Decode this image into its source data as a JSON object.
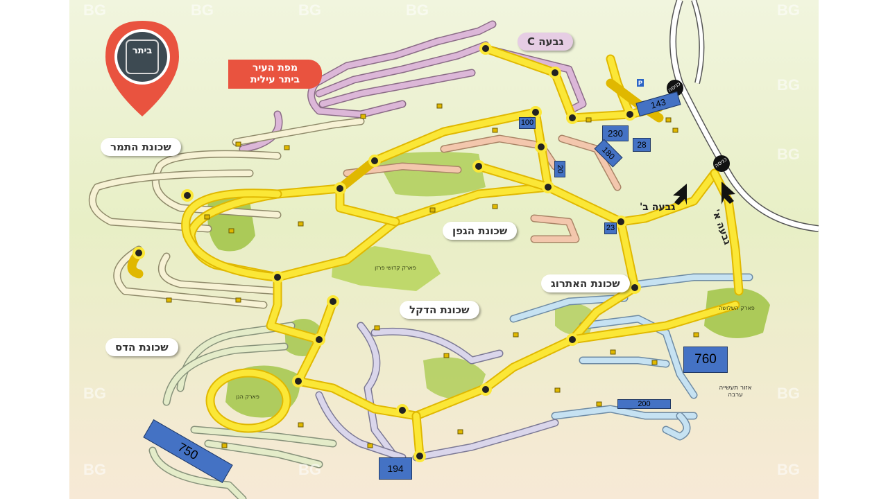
{
  "map": {
    "title_line1": "מפת העיר",
    "title_line2": "ביתר עילית",
    "logo_text": "ביתר",
    "watermark": "BG",
    "neighborhoods": [
      {
        "id": "givat-c",
        "label": "גבעה C"
      },
      {
        "id": "tamar",
        "label": "שכונת התמר"
      },
      {
        "id": "gefen",
        "label": "שכונת הגפן"
      },
      {
        "id": "etrog",
        "label": "שכונת האתרוג"
      },
      {
        "id": "dekel",
        "label": "שכונת הדקל"
      },
      {
        "id": "hadas",
        "label": "שכונת הדס"
      }
    ],
    "hill_labels": {
      "givat_b": "גבעה ב'",
      "givat_a": "גבעה א'"
    },
    "entrance_label": "כניסה",
    "parks": [
      {
        "id": "park-kdushi",
        "label": "פארק קדושי פרזן"
      },
      {
        "id": "park-shlosha",
        "label": "פארק השלושה"
      },
      {
        "id": "park-gan",
        "label": "פארק הגן"
      }
    ],
    "industry_label": "אזור תעשייה ערבה",
    "bus_routes": [
      "143",
      "230",
      "28",
      "180",
      "100",
      "20",
      "23",
      "760",
      "200",
      "750",
      "194"
    ]
  }
}
